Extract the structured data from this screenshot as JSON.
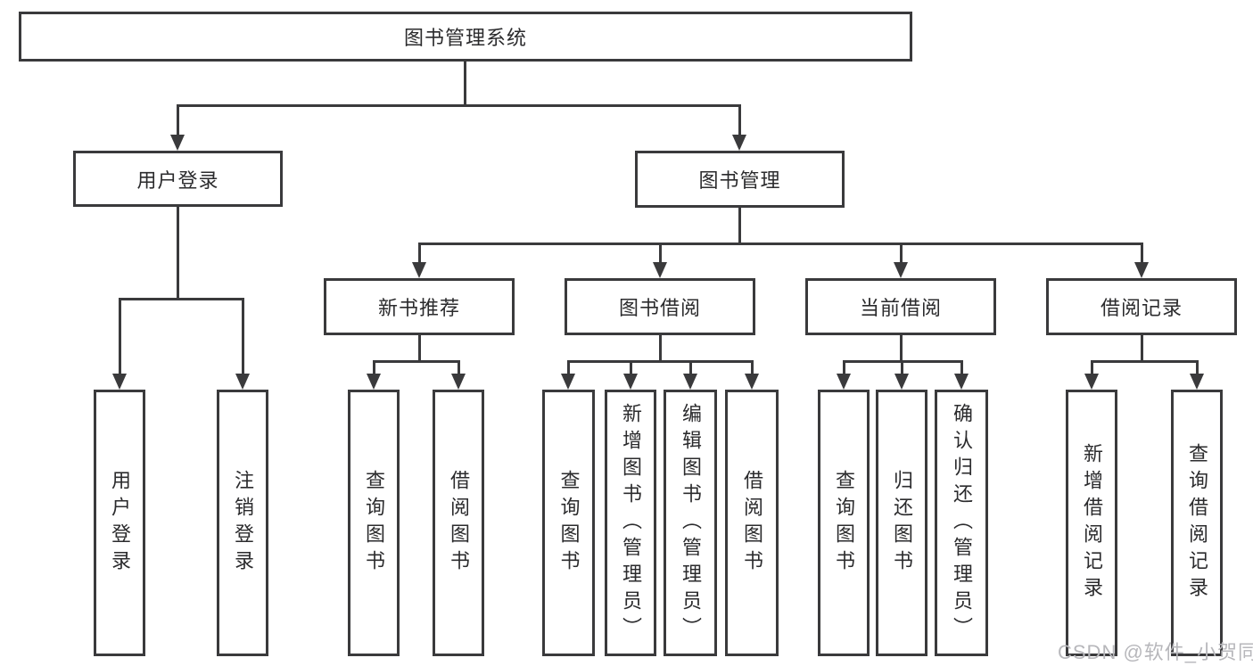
{
  "diagram": {
    "root": {
      "label": "图书管理系统"
    },
    "level2": [
      {
        "label": "用户登录"
      },
      {
        "label": "图书管理"
      }
    ],
    "level3": [
      {
        "label": "新书推荐"
      },
      {
        "label": "图书借阅"
      },
      {
        "label": "当前借阅"
      },
      {
        "label": "借阅记录"
      }
    ],
    "leaves": [
      {
        "label": "用户登录"
      },
      {
        "label": "注销登录"
      },
      {
        "label": "查询图书"
      },
      {
        "label": "借阅图书"
      },
      {
        "label": "查询图书"
      },
      {
        "label": "新增图书（管理员）"
      },
      {
        "label": "编辑图书（管理员）"
      },
      {
        "label": "借阅图书"
      },
      {
        "label": "查询图书"
      },
      {
        "label": "归还图书"
      },
      {
        "label": "确认归还（管理员）"
      },
      {
        "label": "新增借阅记录"
      },
      {
        "label": "查询借阅记录"
      }
    ],
    "watermark": "CSDN @软件_小贺同学",
    "colors": {
      "line": "#3a3a3c",
      "text": "#2b2b2d",
      "watermark": "#b7b7bb",
      "background": "#ffffff"
    }
  }
}
